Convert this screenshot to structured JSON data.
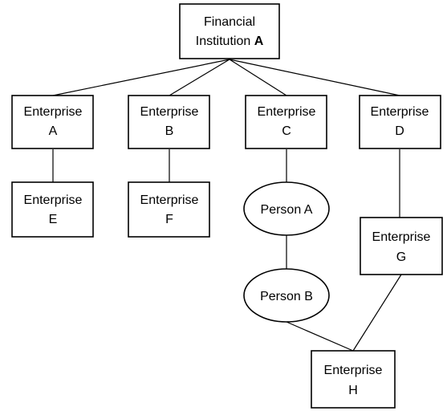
{
  "diagram": {
    "root": {
      "line1": "Financial",
      "line2_text": "Institution",
      "line2_bold": "A"
    },
    "enterprise_a": {
      "line1": "Enterprise",
      "line2": "A"
    },
    "enterprise_b": {
      "line1": "Enterprise",
      "line2": "B"
    },
    "enterprise_c": {
      "line1": "Enterprise",
      "line2": "C"
    },
    "enterprise_d": {
      "line1": "Enterprise",
      "line2": "D"
    },
    "enterprise_e": {
      "line1": "Enterprise",
      "line2": "E"
    },
    "enterprise_f": {
      "line1": "Enterprise",
      "line2": "F"
    },
    "enterprise_g": {
      "line1": "Enterprise",
      "line2": "G"
    },
    "enterprise_h": {
      "line1": "Enterprise",
      "line2": "H"
    },
    "person_a": {
      "label": "Person A"
    },
    "person_b": {
      "label": "Person B"
    }
  }
}
